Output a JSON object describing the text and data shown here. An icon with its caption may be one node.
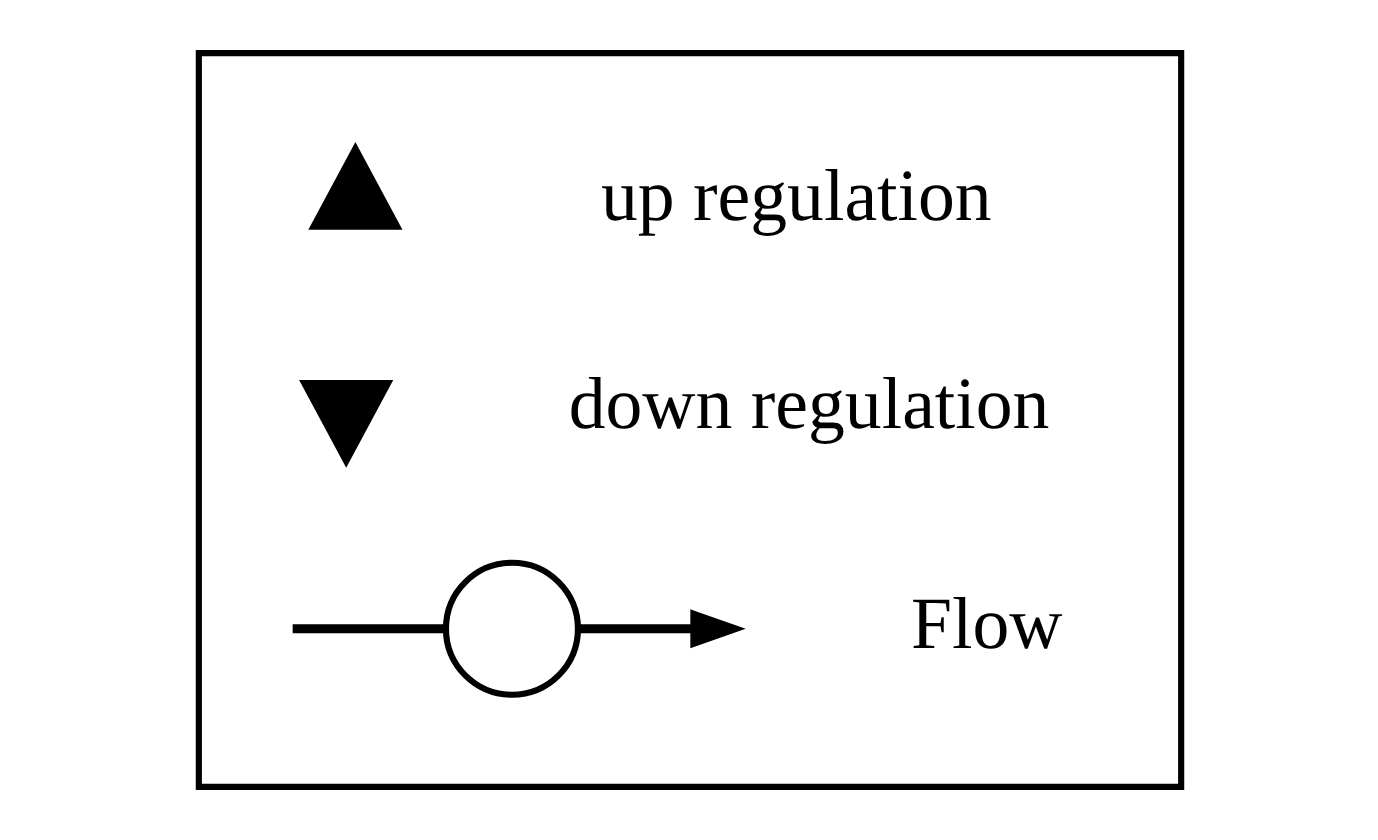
{
  "diagram": {
    "nodes": [
      {
        "text": [],
        "shape": "box"
      },
      {
        "text": [],
        "shape": "triangle",
        "in": 0
      },
      {
        "text": [],
        "shape": "invtriangle",
        "in": 0
      },
      {
        "text": [],
        "shape": "circle",
        "in": 0
      }
    ],
    "edges": [
      {
        "from": null,
        "to": 3,
        "arrow": "none"
      },
      {
        "from": 3,
        "to": null,
        "arrow": "to"
      }
    ],
    "legend": [
      {
        "text": "up regulation"
      },
      {
        "text": "down regulation"
      },
      {
        "text": "Flow"
      }
    ]
  }
}
